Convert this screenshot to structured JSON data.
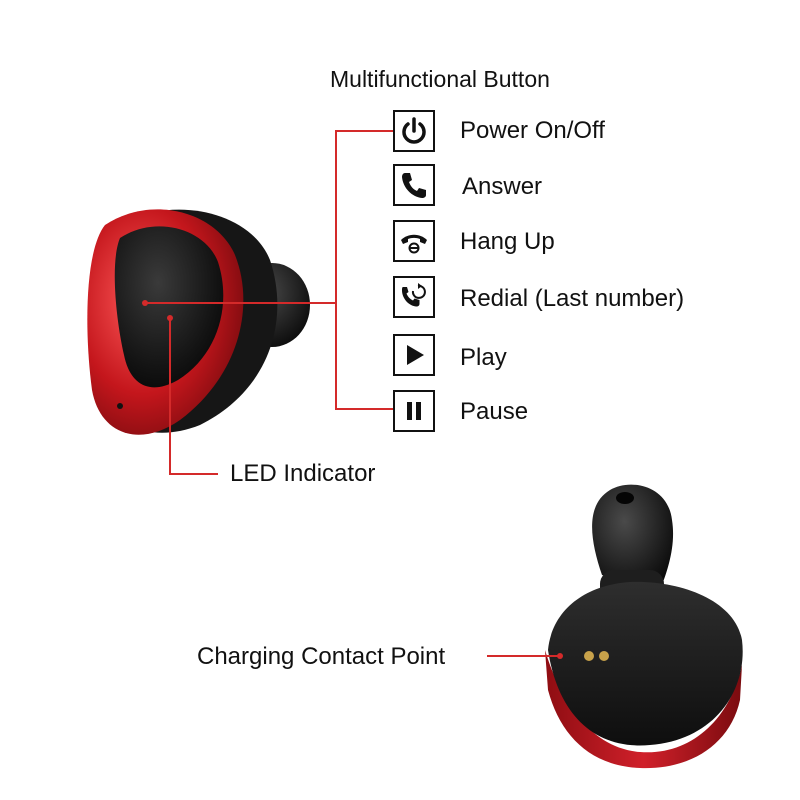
{
  "title": "Multifunctional Button",
  "functions": [
    {
      "label": "Power On/Off",
      "icon": "power-icon"
    },
    {
      "label": "Answer",
      "icon": "phone-icon"
    },
    {
      "label": "Hang Up",
      "icon": "hang-up-icon"
    },
    {
      "label": "Redial (Last number)",
      "icon": "redial-icon"
    },
    {
      "label": "Play",
      "icon": "play-icon"
    },
    {
      "label": "Pause",
      "icon": "pause-icon"
    }
  ],
  "callouts": {
    "led": "LED Indicator",
    "charging": "Charging Contact Point"
  },
  "colors": {
    "accent_red": "#d42a2a",
    "earbud_red": "#c4161c",
    "earbud_black": "#1b1b1b"
  }
}
